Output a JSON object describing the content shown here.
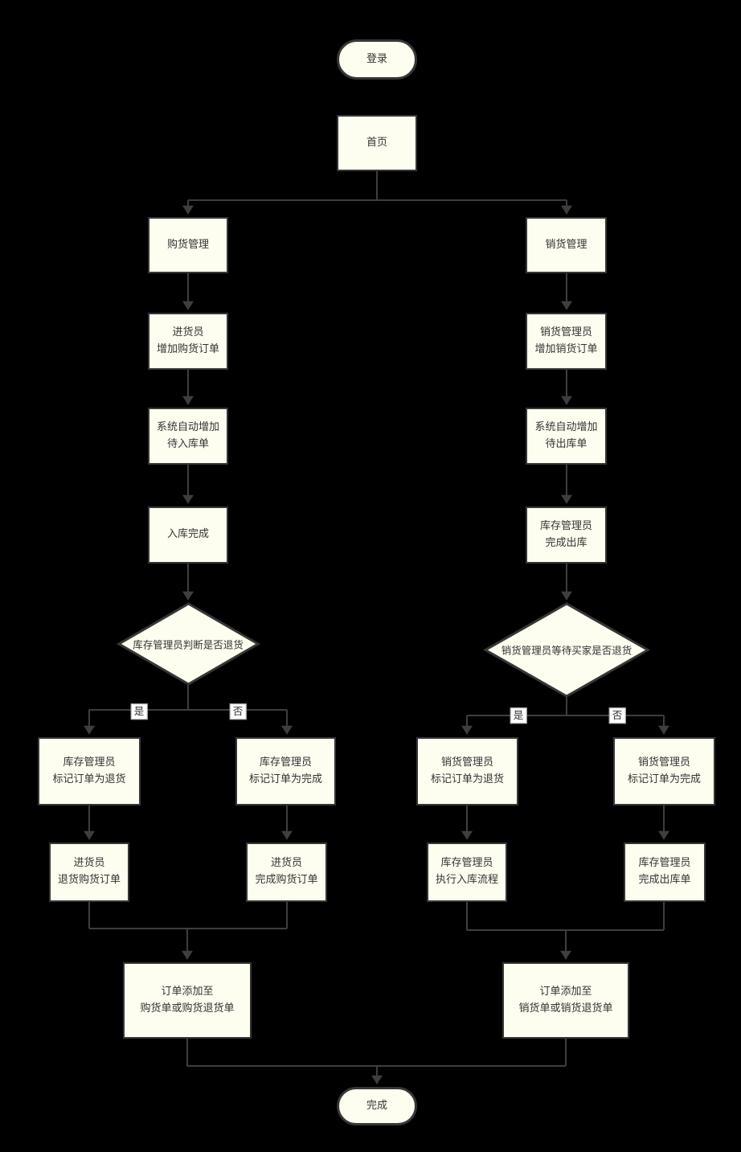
{
  "diagram": {
    "background": "#000000",
    "node_fill": "#fdfdf0",
    "node_border": "#363636",
    "line_color": "#3e3e3e",
    "text_color": "#333333",
    "label_bg": "#ffffff"
  },
  "nodes": {
    "start": "登录",
    "home": "首页",
    "purchase_mgmt": "购货管理",
    "purchaser_add_order": "进货员\n增加购货订单",
    "sys_add_inbound": "系统自动增加\n待入库单",
    "inbound_done": "入库完成",
    "decision_purchase": "库存管理员判断是否退货",
    "mark_return_purchase": "库存管理员\n标记订单为退货",
    "mark_done_purchase": "库存管理员\n标记订单为完成",
    "purchaser_return_order": "进货员\n退货购货订单",
    "purchaser_complete_order": "进货员\n完成购货订单",
    "merge_purchase": "订单添加至\n购货单或购货退货单",
    "sales_mgmt": "销货管理",
    "sales_add_order": "销货管理员\n增加销货订单",
    "sys_add_outbound": "系统自动增加\n待出库单",
    "outbound_done": "库存管理员\n完成出库",
    "decision_sales": "销货管理员等待买家是否退货",
    "mark_return_sales": "销货管理员\n标记订单为退货",
    "mark_done_sales": "销货管理员\n标记订单为完成",
    "exec_inbound_process": "库存管理员\n执行入库流程",
    "complete_outbound_order": "库存管理员\n完成出库单",
    "merge_sales": "订单添加至\n销货单或销货退货单",
    "end": "完成"
  },
  "edge_labels": {
    "yes": "是",
    "no": "否"
  }
}
